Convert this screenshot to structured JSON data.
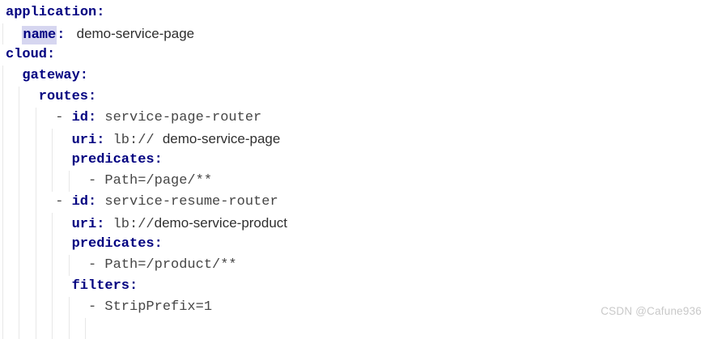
{
  "watermark": {
    "text": "CSDN @Cafune936"
  },
  "colors": {
    "background": "#ffffff",
    "key": "#000080",
    "plain": "#464646",
    "value_sans": "#2f2f2f",
    "indent_guide": "#e7e7e7",
    "key_highlight": "#d6d6f0",
    "watermark": "#c9c9c9"
  },
  "editor": {
    "language": "yaml",
    "lines": [
      {
        "indent": 0,
        "guides": [],
        "segments": [
          {
            "t": "key",
            "text": "application:"
          }
        ]
      },
      {
        "indent": 2,
        "guides": [
          0
        ],
        "segments": [
          {
            "t": "key",
            "text": "name",
            "hl": true
          },
          {
            "t": "key",
            "text": ":"
          },
          {
            "t": "plain",
            "text": " "
          },
          {
            "t": "prop",
            "text": "demo-service-page",
            "pad": true
          }
        ]
      },
      {
        "indent": 0,
        "guides": [],
        "segments": [
          {
            "t": "key",
            "text": "cloud:"
          }
        ]
      },
      {
        "indent": 2,
        "guides": [
          0
        ],
        "segments": [
          {
            "t": "key",
            "text": "gateway:"
          }
        ]
      },
      {
        "indent": 4,
        "guides": [
          0,
          2
        ],
        "segments": [
          {
            "t": "key",
            "text": "routes:"
          }
        ]
      },
      {
        "indent": 6,
        "guides": [
          0,
          2,
          4
        ],
        "segments": [
          {
            "t": "plain",
            "text": "- "
          },
          {
            "t": "key",
            "text": "id:"
          },
          {
            "t": "plain",
            "text": " service-page-router"
          }
        ]
      },
      {
        "indent": 8,
        "guides": [
          0,
          2,
          4,
          6
        ],
        "segments": [
          {
            "t": "key",
            "text": "uri:"
          },
          {
            "t": "plain",
            "text": " lb:// "
          },
          {
            "t": "prop",
            "text": "demo-service-page"
          }
        ]
      },
      {
        "indent": 8,
        "guides": [
          0,
          2,
          4,
          6
        ],
        "segments": [
          {
            "t": "key",
            "text": "predicates:"
          }
        ]
      },
      {
        "indent": 10,
        "guides": [
          0,
          2,
          4,
          6,
          8
        ],
        "segments": [
          {
            "t": "plain",
            "text": "- Path=/page/**"
          }
        ]
      },
      {
        "indent": 6,
        "guides": [
          0,
          2,
          4
        ],
        "segments": [
          {
            "t": "plain",
            "text": "- "
          },
          {
            "t": "key",
            "text": "id:"
          },
          {
            "t": "plain",
            "text": " service-resume-router"
          }
        ]
      },
      {
        "indent": 8,
        "guides": [
          0,
          2,
          4,
          6
        ],
        "segments": [
          {
            "t": "key",
            "text": "uri:"
          },
          {
            "t": "plain",
            "text": " lb://"
          },
          {
            "t": "prop",
            "text": "demo-service-product"
          }
        ]
      },
      {
        "indent": 8,
        "guides": [
          0,
          2,
          4,
          6
        ],
        "segments": [
          {
            "t": "key",
            "text": "predicates:"
          }
        ]
      },
      {
        "indent": 10,
        "guides": [
          0,
          2,
          4,
          6,
          8
        ],
        "segments": [
          {
            "t": "plain",
            "text": "- Path=/product/**"
          }
        ]
      },
      {
        "indent": 8,
        "guides": [
          0,
          2,
          4,
          6
        ],
        "segments": [
          {
            "t": "key",
            "text": "filters:"
          }
        ]
      },
      {
        "indent": 10,
        "guides": [
          0,
          2,
          4,
          6,
          8
        ],
        "segments": [
          {
            "t": "plain",
            "text": "- StripPrefix=1"
          }
        ]
      },
      {
        "indent": 12,
        "guides": [
          0,
          2,
          4,
          6,
          8,
          10
        ],
        "segments": []
      }
    ]
  }
}
